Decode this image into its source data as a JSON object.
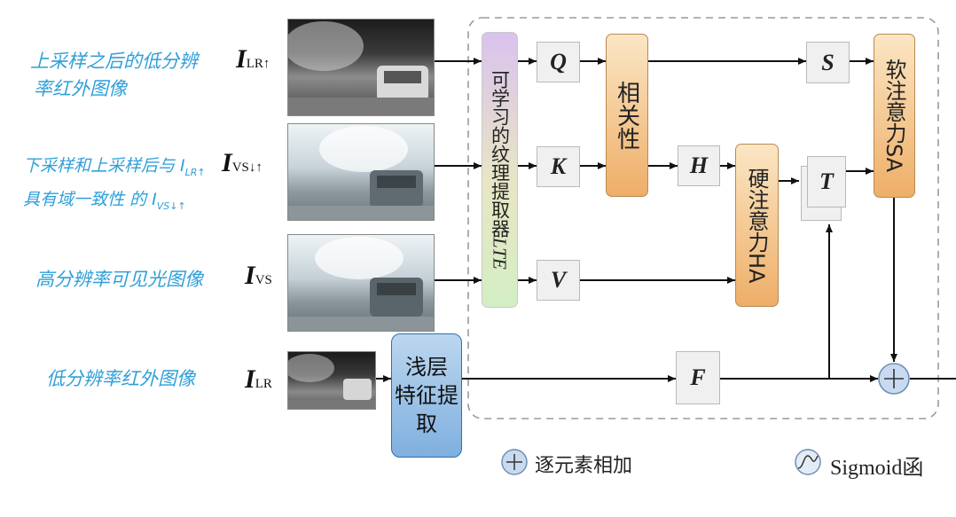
{
  "annotations": {
    "upsampled_ir": [
      "上采样之后的低分辨",
      "率红外图像"
    ],
    "consistency_vs": [
      "下采样和上采样后与 I",
      "具有域一致性 的 I"
    ],
    "consistency_vs_sub1": "LR↑",
    "consistency_vs_sub2": "VS↓↑",
    "hr_visible": "高分辨率可见光图像",
    "lr_ir": "低分辨率红外图像"
  },
  "inputs": {
    "i_lr_up": {
      "symbol": "I",
      "sub": "LR↑"
    },
    "i_vs_du": {
      "symbol": "I",
      "sub": "VS↓↑"
    },
    "i_vs": {
      "symbol": "I",
      "sub": "VS"
    },
    "i_lr": {
      "symbol": "I",
      "sub": "LR"
    }
  },
  "modules": {
    "lte": {
      "text": "可学习的纹理提取器",
      "abbr": "LTE"
    },
    "relevance": "相关性",
    "hard_attention": "硬注意力HA",
    "soft_attention": "软注意力SA",
    "shallow_feature": [
      "浅层",
      "特征提取"
    ]
  },
  "nodes": {
    "q": "Q",
    "k": "K",
    "v": "V",
    "h": "H",
    "s": "S",
    "t": "T",
    "f": "F"
  },
  "legend": {
    "add": "逐元素相加",
    "sigmoid": "Sigmoid函"
  },
  "colors": {
    "annotation_blue": "#2f9fd8",
    "lte_gradient": [
      "#d9c2ee",
      "#e8e6c4",
      "#d3eec4"
    ],
    "attention_orange": [
      "#fbe6c4",
      "#eeae68"
    ],
    "shallow_blue": "#5b9bd5",
    "node_gray": "#f0f0f0"
  }
}
